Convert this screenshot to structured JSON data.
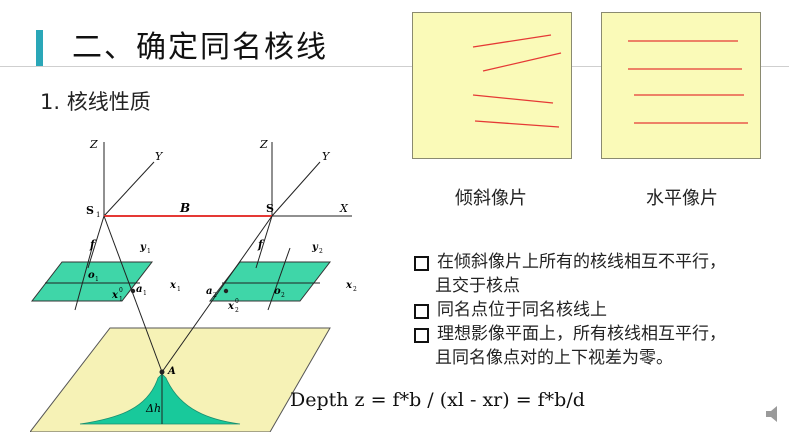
{
  "slide": {
    "title": "二、确定同名核线",
    "subtitle": "1. 核线性质",
    "photos": [
      {
        "label": "倾斜像片",
        "kind": "tilted"
      },
      {
        "label": "水平像片",
        "kind": "horizontal"
      }
    ],
    "bullets": [
      {
        "line1": "在倾斜像片上所有的核线相互不平行，",
        "line2": "且交于核点"
      },
      {
        "line1": "同名点位于同名核线上",
        "line2": ""
      },
      {
        "line1": "理想影像平面上，所有核线相互平行，",
        "line2": "且同名像点对的上下视差为零。"
      }
    ],
    "formula": "Depth  z =  f*b / (xl - xr) = f*b/d",
    "diagram_labels": {
      "z_left": "Z",
      "y_left": "Y",
      "s1": "S",
      "s1_sub": "1",
      "b": "B",
      "z_right": "Z",
      "y_right": "Y",
      "s2": "S",
      "s2_sub": "2",
      "x_axis": "X",
      "f_left": "f",
      "y1": "y",
      "y1_sub": "1",
      "f_right": "f",
      "y2": "y",
      "y2_sub": "2",
      "o1": "o",
      "o1_sub": "1",
      "a1": "a",
      "a1_sub": "1",
      "x1": "x",
      "x1_sub": "1",
      "x1_0": "x",
      "x1_0_sub": "1",
      "x1_0_sup": "0",
      "a2": "a",
      "a2_sub": "2",
      "o2": "o",
      "o2_sub": "2",
      "x2": "x",
      "x2_sub": "2",
      "x2_0": "x",
      "x2_0_sub": "2",
      "x2_0_sup": "0",
      "point_a": "A",
      "dh": "Δh"
    },
    "colors": {
      "accent": "#2aa7b8",
      "photo_bg": "#fafab8",
      "epipolar_line": "#e53935",
      "baseline": "#e53935",
      "image_plane": "#3fd6a8",
      "ground_plane": "#f6f2b6",
      "terrain": "#18c99b"
    },
    "icons": [
      "speaker-icon"
    ]
  }
}
